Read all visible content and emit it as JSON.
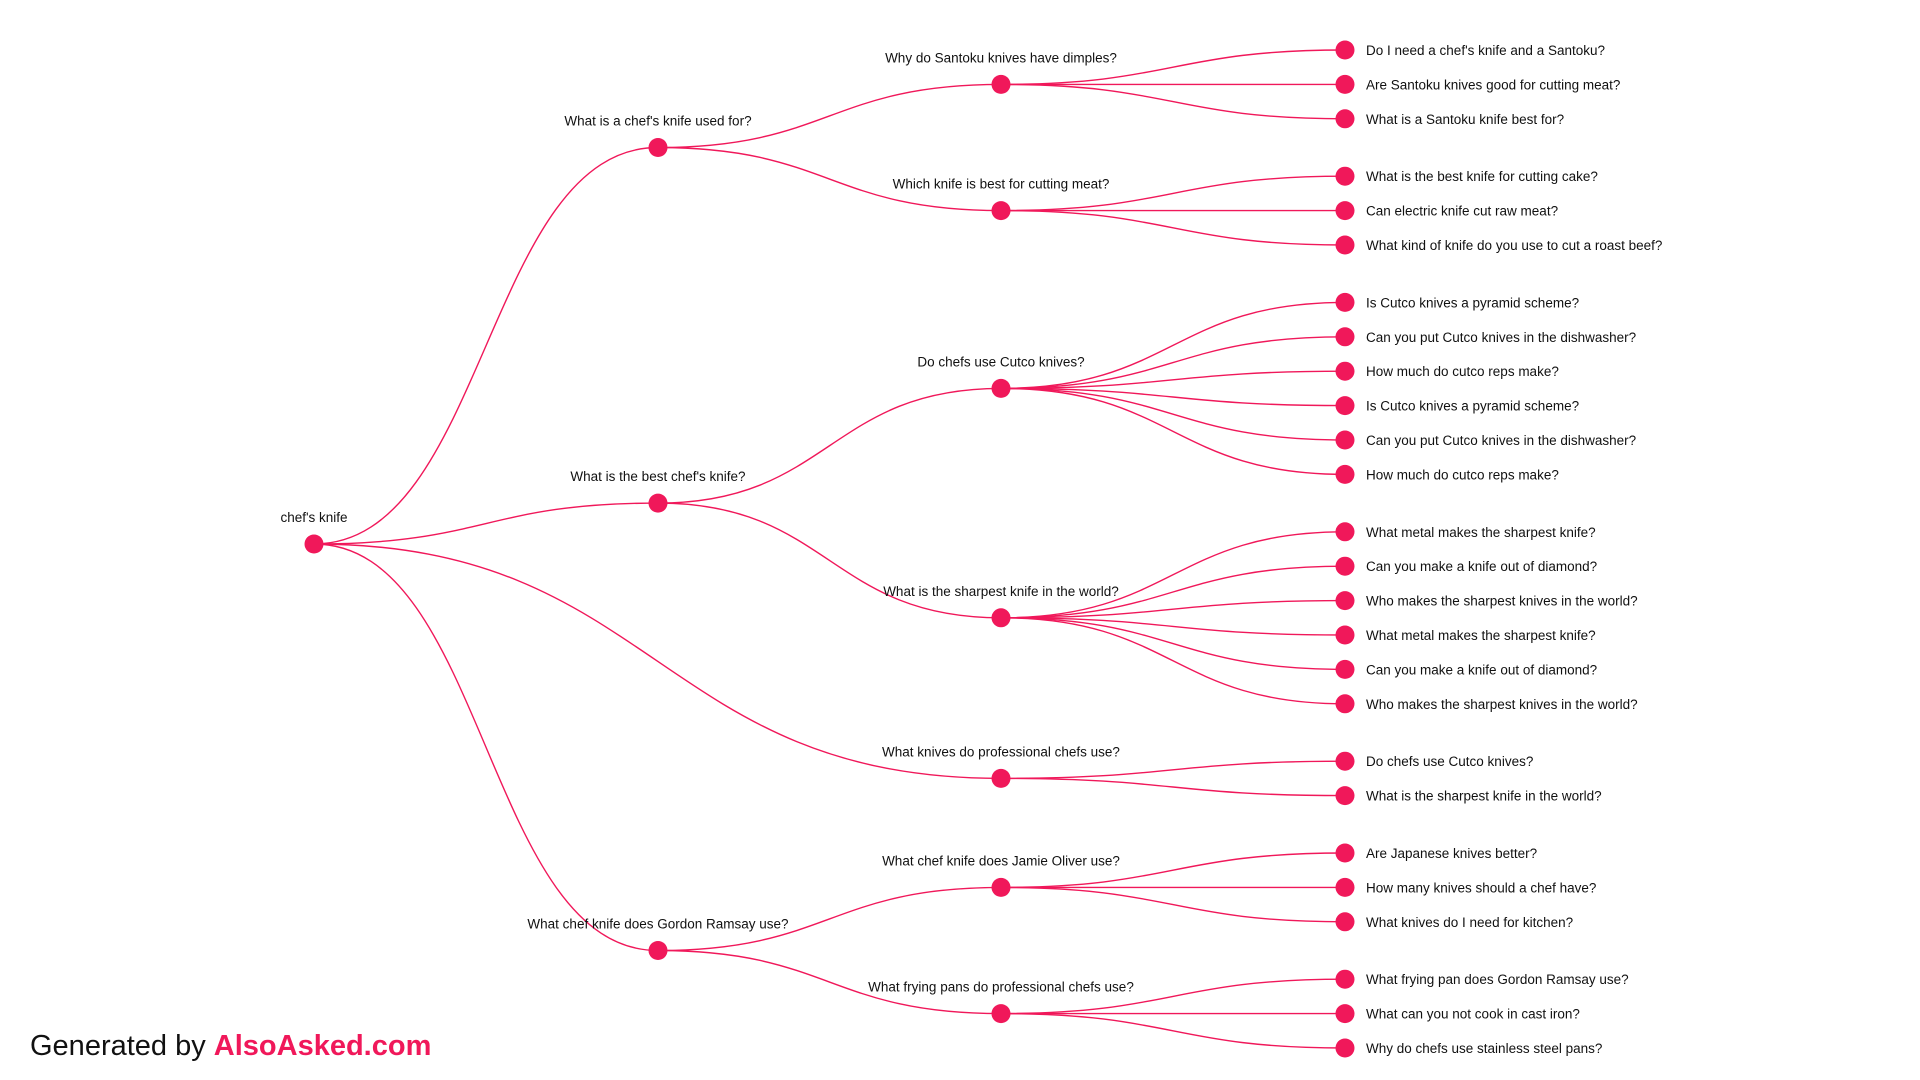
{
  "theme": {
    "accent": "#F0185A",
    "text": "#111111",
    "background": "#ffffff"
  },
  "tree": {
    "label": "chef's knife",
    "children": [
      {
        "label": "What is a chef's knife used for?",
        "children": [
          {
            "label": "Why do Santoku knives have dimples?",
            "children": [
              {
                "label": "Do I need a chef's knife and a Santoku?"
              },
              {
                "label": "Are Santoku knives good for cutting meat?"
              },
              {
                "label": "What is a Santoku knife best for?"
              }
            ]
          },
          {
            "label": "Which knife is best for cutting meat?",
            "children": [
              {
                "label": "What is the best knife for cutting cake?"
              },
              {
                "label": "Can electric knife cut raw meat?"
              },
              {
                "label": "What kind of knife do you use to cut a roast beef?"
              }
            ]
          }
        ]
      },
      {
        "label": "What is the best chef's knife?",
        "children": [
          {
            "label": "Do chefs use Cutco knives?",
            "children": [
              {
                "label": "Is Cutco knives a pyramid scheme?"
              },
              {
                "label": "Can you put Cutco knives in the dishwasher?"
              },
              {
                "label": "How much do cutco reps make?"
              },
              {
                "label": "Is Cutco knives a pyramid scheme?"
              },
              {
                "label": "Can you put Cutco knives in the dishwasher?"
              },
              {
                "label": "How much do cutco reps make?"
              }
            ]
          },
          {
            "label": "What is the sharpest knife in the world?",
            "children": [
              {
                "label": "What metal makes the sharpest knife?"
              },
              {
                "label": "Can you make a knife out of diamond?"
              },
              {
                "label": "Who makes the sharpest knives in the world?"
              },
              {
                "label": "What metal makes the sharpest knife?"
              },
              {
                "label": "Can you make a knife out of diamond?"
              },
              {
                "label": "Who makes the sharpest knives in the world?"
              }
            ]
          }
        ]
      },
      {
        "label": "What knives do professional chefs use?",
        "direct": true,
        "children": [
          {
            "label": "Do chefs use Cutco knives?"
          },
          {
            "label": "What is the sharpest knife in the world?"
          }
        ]
      },
      {
        "label": "What chef knife does Gordon Ramsay use?",
        "children": [
          {
            "label": "What chef knife does Jamie Oliver use?",
            "children": [
              {
                "label": "Are Japanese knives better?"
              },
              {
                "label": "How many knives should a chef have?"
              },
              {
                "label": "What knives do I need for kitchen?"
              }
            ]
          },
          {
            "label": "What frying pans do professional chefs use?",
            "children": [
              {
                "label": "What frying pan does Gordon Ramsay use?"
              },
              {
                "label": "What can you not cook in cast iron?"
              },
              {
                "label": "Why do chefs use stainless steel pans?"
              }
            ]
          }
        ]
      }
    ]
  },
  "footer": {
    "prefix": "Generated by ",
    "brand": "AlsoAsked.com"
  }
}
